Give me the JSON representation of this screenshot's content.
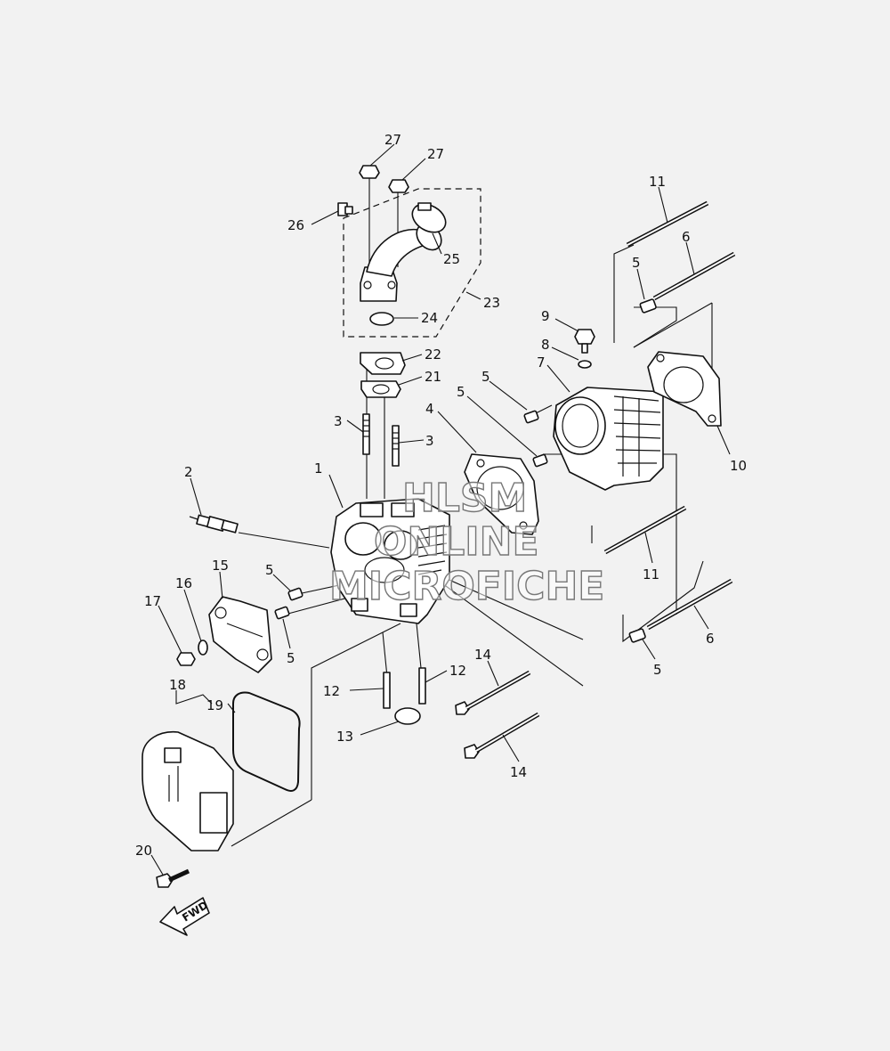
{
  "callouts": {
    "c1": "1",
    "c2": "2",
    "c3a": "3",
    "c3b": "3",
    "c4": "4",
    "c5a": "5",
    "c5b": "5",
    "c5c": "5",
    "c5d": "5",
    "c5e": "5",
    "c5f": "5",
    "c6a": "6",
    "c6b": "6",
    "c7": "7",
    "c8": "8",
    "c9": "9",
    "c10": "10",
    "c11a": "11",
    "c11b": "11",
    "c12a": "12",
    "c12b": "12",
    "c13": "13",
    "c14a": "14",
    "c14b": "14",
    "c15": "15",
    "c16": "16",
    "c17": "17",
    "c18": "18",
    "c19": "19",
    "c20": "20",
    "c21": "21",
    "c22": "22",
    "c23": "23",
    "c24": "24",
    "c25": "25",
    "c26": "26",
    "c27a": "27",
    "c27b": "27"
  },
  "watermark": {
    "line1": "HLSM",
    "line2": "ONLINE",
    "line3": "MICROFICHE"
  },
  "direction_badge": "FWD",
  "colors": {
    "background": "#f2f2f2",
    "line": "#111111",
    "watermark_stroke": "#777777"
  }
}
